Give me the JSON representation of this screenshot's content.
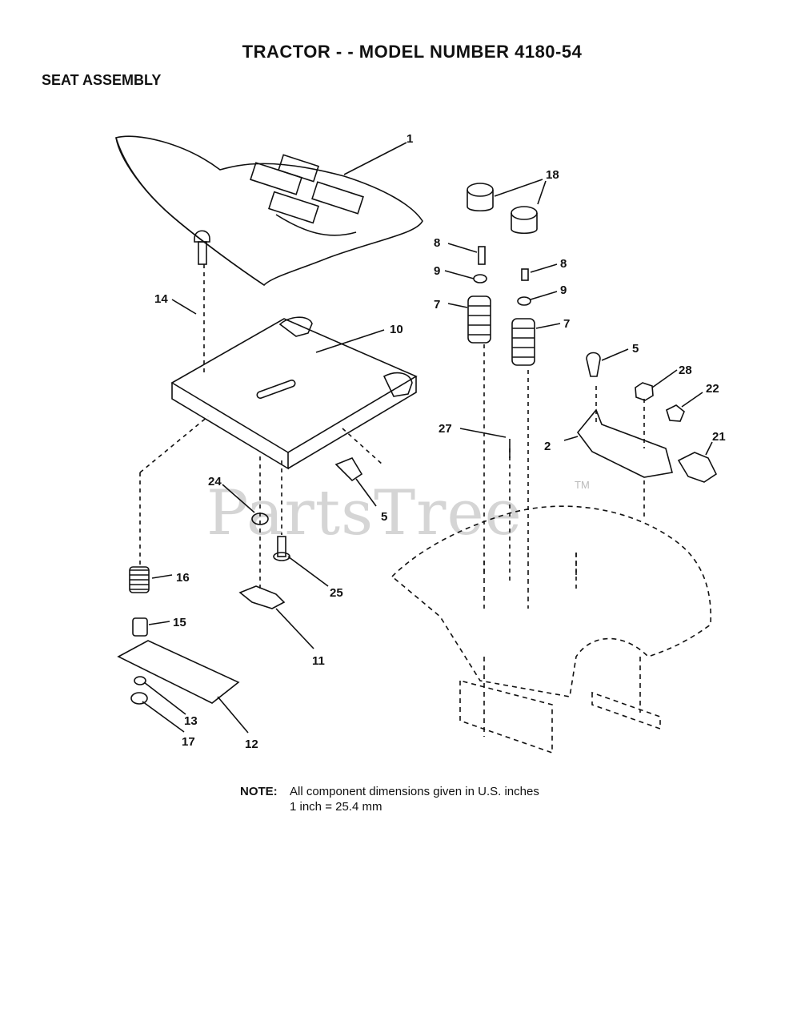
{
  "header": {
    "title": "TRACTOR - - MODEL NUMBER 4180-54",
    "section": "SEAT ASSEMBLY"
  },
  "callouts": {
    "c1": "1",
    "c2": "2",
    "c5a": "5",
    "c5b": "5",
    "c7a": "7",
    "c7b": "7",
    "c8a": "8",
    "c8b": "8",
    "c9a": "9",
    "c9b": "9",
    "c10": "10",
    "c11": "11",
    "c12": "12",
    "c13": "13",
    "c14": "14",
    "c15": "15",
    "c16": "16",
    "c17": "17",
    "c18": "18",
    "c21": "21",
    "c22": "22",
    "c24": "24",
    "c25": "25",
    "c27": "27",
    "c28": "28"
  },
  "note": {
    "label": "NOTE:",
    "line1": "All component dimensions given in U.S. inches",
    "line2": "1 inch = 25.4 mm"
  },
  "watermark": {
    "text": "PartsTree",
    "tm": "TM"
  }
}
